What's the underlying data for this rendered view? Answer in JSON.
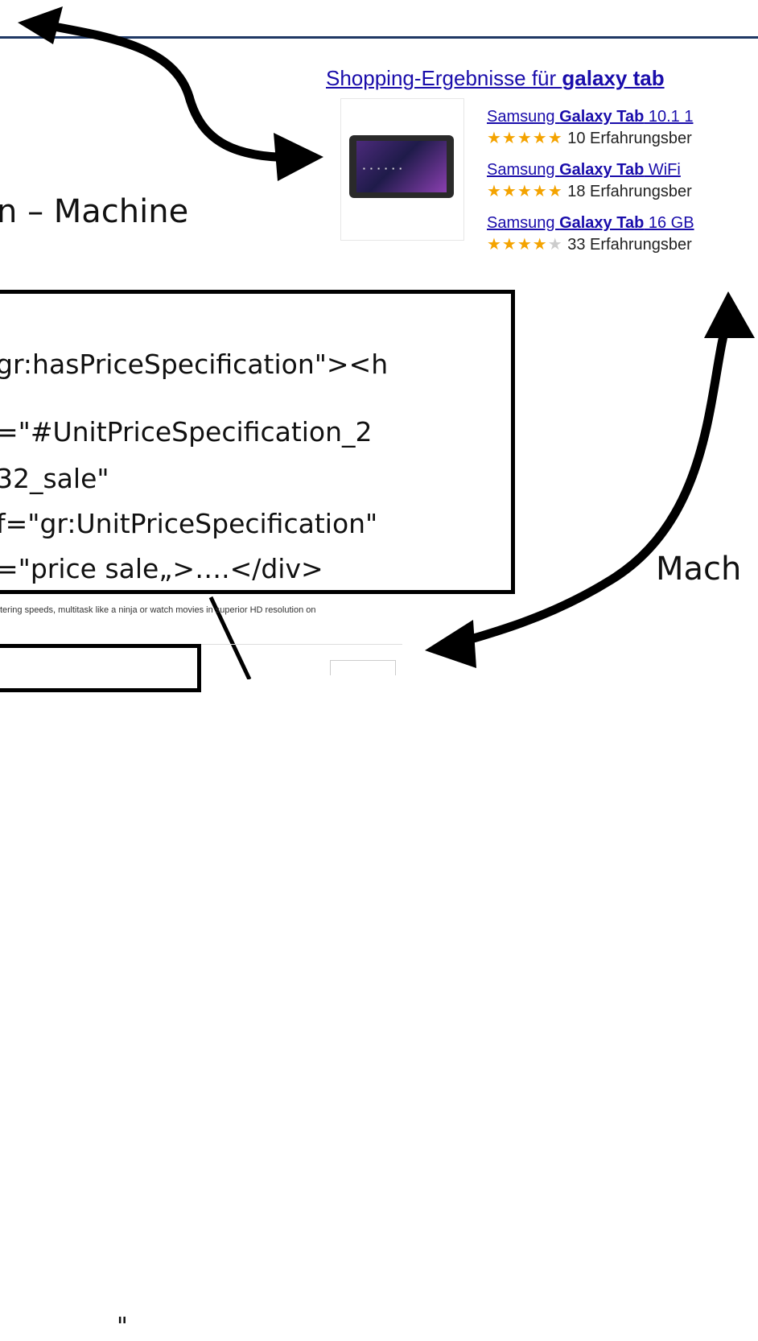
{
  "left_heading": "n – Machine",
  "right_heading": "Mach",
  "shopping": {
    "title_prefix": "Shopping-Ergebnisse für ",
    "title_query": "galaxy tab",
    "results": [
      {
        "brand": "Samsung ",
        "model": "Galaxy Tab",
        "suffix": " 10.1 1",
        "stars_on": "★★★★",
        "stars_half": "★",
        "stars_off": "",
        "reviews": "10 Erfahrungsber"
      },
      {
        "brand": "Samsung ",
        "model": "Galaxy Tab",
        "suffix": " WiFi",
        "stars_on": "★★★★",
        "stars_half": "★",
        "stars_off": "",
        "reviews": "18 Erfahrungsber"
      },
      {
        "brand": "Samsung ",
        "model": "Galaxy Tab",
        "suffix": " 16 GB",
        "stars_on": "★★★★",
        "stars_half": "",
        "stars_off": "★",
        "reviews": "33 Erfahrungsber"
      }
    ],
    "thumbnail_icon": "tablet-icon"
  },
  "code_lines": [
    "gr:hasPriceSpecification\"><h",
    "=\"#UnitPriceSpecification_2",
    "32_sale\"",
    "f=\"gr:UnitPriceSpecification\"",
    "=\"price sale„>….</div>"
  ],
  "web_snippet": "tering speeds, multitask like a ninja or watch movies in superior HD resolution on",
  "small_box_text": "\"",
  "colors": {
    "rule": "#1f3864",
    "link": "#1a0dab",
    "star": "#f4a300"
  }
}
